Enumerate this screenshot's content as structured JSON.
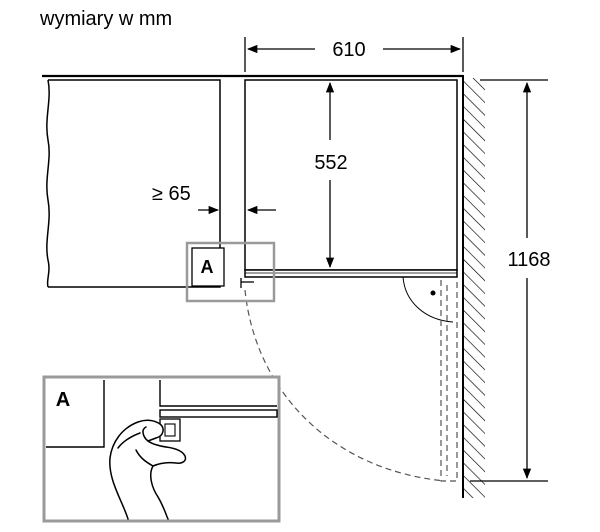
{
  "header": {
    "units_label": "wymiary w mm"
  },
  "dimensions": {
    "width": "610",
    "depth": "552",
    "clearance": "≥ 65",
    "door_arc": "1168"
  },
  "detail": {
    "callout_label": "A",
    "inset_label": "A"
  },
  "colors": {
    "line": "#000000",
    "callout_frame": "#9a9a9a",
    "dashed": "#555555",
    "hatch": "#000000"
  }
}
